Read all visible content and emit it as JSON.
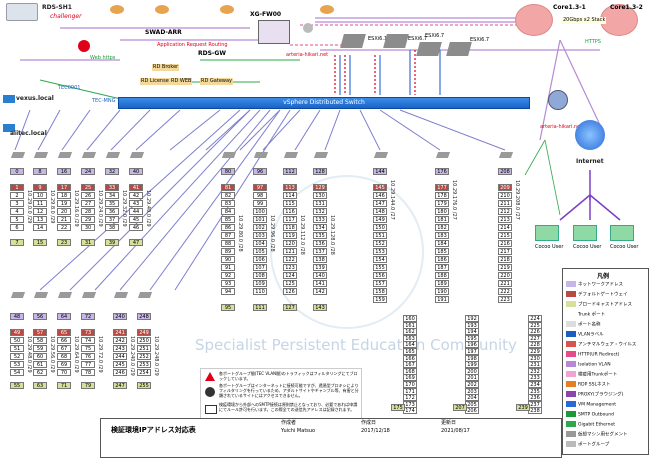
{
  "top": {
    "rds_sh1": "RDS-SH1",
    "challenger": "challenger",
    "swad_ar": "SWAD-ARR",
    "app_routing": "Application Request Routing",
    "rds_gw": "RDS-GW",
    "web_https": "Web https",
    "rd_broker": "RD Broker",
    "rd_license": "RD License",
    "rd_web": "RD WEB",
    "rd_gateway": "RD Gateway",
    "xg_fw": "XG-FW00",
    "arteria1": "arteria-hikari.net",
    "arteria2": "arteria-hikari.net",
    "esxi1": "ESXi6.1",
    "esxi2": "ESXi6.7",
    "esxi3": "ESXi6.7",
    "esxi4": "ESXi6.7",
    "core1": "Core1.3-1",
    "core2": "Core1.3-2",
    "stack": "20Gbps x2 Stack",
    "https": "HTTPS",
    "vexus": "vexus.local",
    "vexus_note": "TEC0001",
    "aiitec": "aiitec.local",
    "vsphere": "vSphere Distributed Switch",
    "tec_mng": "TEC-MNG",
    "internet": "Internet",
    "cocoo1": "Cocoo User",
    "cocoo2": "Cocoo User",
    "cocoo3": "Cocoo User",
    "watermark": "Specialist Persistent Education Community"
  },
  "upper_blocks": [
    {
      "net": "0",
      "gw": "1",
      "rows": [
        "2",
        "3",
        "4",
        "5",
        "6"
      ],
      "bc": "7",
      "label": "10.29.0.0 /29"
    },
    {
      "net": "8",
      "gw": "9",
      "rows": [
        "10",
        "11",
        "12",
        "13",
        "14"
      ],
      "bc": "15",
      "label": "10.29.8.0 /29"
    },
    {
      "net": "16",
      "gw": "17",
      "rows": [
        "18",
        "19",
        "20",
        "21",
        "22"
      ],
      "bc": "23",
      "label": "10.29.16.0 /29"
    },
    {
      "net": "24",
      "gw": "25",
      "rows": [
        "26",
        "27",
        "28",
        "29",
        "30"
      ],
      "bc": "31",
      "label": "10.29.24.0 /29"
    },
    {
      "net": "32",
      "gw": "33",
      "rows": [
        "34",
        "35",
        "36",
        "37",
        "38"
      ],
      "bc": "39",
      "label": "10.29.32.0 /29"
    },
    {
      "net": "40",
      "gw": "41",
      "rows": [
        "42",
        "43",
        "44",
        "45",
        "46"
      ],
      "bc": "47",
      "label": "10.29.40.0 /29"
    }
  ],
  "lower_blocks": [
    {
      "net": "48",
      "gw": "49",
      "rows": [
        "50",
        "51",
        "52",
        "53",
        "54"
      ],
      "bc": "55",
      "label": "10.29.48.0 /29"
    },
    {
      "net": "56",
      "gw": "57",
      "rows": [
        "58",
        "59",
        "60",
        "61",
        "62"
      ],
      "bc": "63",
      "label": "10.29.56.0 /29"
    },
    {
      "net": "64",
      "gw": "65",
      "rows": [
        "66",
        "67",
        "68",
        "69",
        "70"
      ],
      "bc": "71",
      "label": "10.29.64.0 /29"
    },
    {
      "net": "72",
      "gw": "73",
      "rows": [
        "74",
        "75",
        "76",
        "77",
        "78"
      ],
      "bc": "79",
      "label": "10.29.72.0 /29"
    },
    {
      "net": "240",
      "gw": "241",
      "rows": [
        "242",
        "243",
        "244",
        "245",
        "246"
      ],
      "bc": "247",
      "label": "10.29.240.0 /29"
    },
    {
      "net": "248",
      "gw": "249",
      "rows": [
        "250",
        "251",
        "252",
        "253",
        "254"
      ],
      "bc": "255",
      "label": "10.29.248.0 /29"
    }
  ],
  "mid_blocks": [
    {
      "net": "80",
      "gw": "81",
      "rows": [
        "82",
        "83",
        "84",
        "85",
        "86",
        "87",
        "88",
        "89",
        "90",
        "91",
        "92",
        "93",
        "94"
      ],
      "bc": "95",
      "label": "10.29.80.0 /28"
    },
    {
      "net": "96",
      "gw": "97",
      "rows": [
        "98",
        "99",
        "100",
        "101",
        "102",
        "103",
        "104",
        "105",
        "106",
        "107",
        "108",
        "109",
        "110"
      ],
      "bc": "111",
      "label": "10.29.96.0 /28"
    },
    {
      "net": "112",
      "gw": "113",
      "rows": [
        "114",
        "115",
        "116",
        "117",
        "118",
        "119",
        "120",
        "121",
        "122",
        "123",
        "124",
        "125",
        "126"
      ],
      "bc": "127",
      "label": "10.29.112.0 /28"
    },
    {
      "net": "128",
      "gw": "129",
      "rows": [
        "130",
        "131",
        "132",
        "133",
        "134",
        "135",
        "136",
        "137",
        "138",
        "139",
        "140",
        "141",
        "142"
      ],
      "bc": "143",
      "label": "10.29.128.0 /28"
    }
  ],
  "big_blocks": [
    {
      "net": "144",
      "gw": "145",
      "top_rows": [
        "146",
        "147",
        "148",
        "149",
        "150",
        "151",
        "152",
        "153",
        "154",
        "155",
        "156",
        "157",
        "158",
        "159"
      ],
      "bottom_rows": [
        "160",
        "161",
        "162",
        "163",
        "164",
        "165",
        "166",
        "167",
        "168",
        "169",
        "170",
        "171",
        "172",
        "173",
        "174"
      ],
      "bc": "175",
      "label": "10.29.144.0 /27"
    },
    {
      "net": "176",
      "gw": "177",
      "top_rows": [
        "178",
        "179",
        "180",
        "181",
        "182",
        "183",
        "184",
        "185",
        "186",
        "187",
        "188",
        "189",
        "190",
        "191"
      ],
      "bottom_rows": [
        "192",
        "193",
        "194",
        "195",
        "196",
        "197",
        "198",
        "199",
        "200",
        "201",
        "202",
        "203",
        "204",
        "205",
        "206"
      ],
      "bc": "207",
      "label": "10.29.176.0 /27"
    },
    {
      "net": "208",
      "gw": "209",
      "top_rows": [
        "210",
        "211",
        "212",
        "213",
        "214",
        "215",
        "216",
        "217",
        "218",
        "219",
        "220",
        "221",
        "222",
        "223"
      ],
      "bottom_rows": [
        "224",
        "225",
        "226",
        "227",
        "228",
        "229",
        "230",
        "231",
        "232",
        "233",
        "234",
        "235",
        "236",
        "237",
        "238"
      ],
      "bc": "239",
      "label": "10.29.208.0 /27"
    }
  ],
  "legend": {
    "title": "凡例",
    "items": [
      "ネットワークアドレス",
      "デフォルトゲートウェイ",
      "ブロードキャストアドレス",
      "Trunk ポート",
      "ポート名称",
      "VLANラベル",
      "アンチマルウェア・ウイルス",
      "HTTP(UR Redirect)",
      "Isolation VLAN",
      "検疫用Trunkポート",
      "RDP SSLネスト",
      "PROXY(ブラウジング)",
      "VM Management",
      "SMTP Outbound",
      "Gigabit Ethernet",
      "仮想マシン用セグメント",
      "ポートグループ"
    ],
    "colors": {
      "net": "#c7b7e8",
      "gw": "#b84a43",
      "bc": "#d6e09a"
    }
  },
  "notes": [
    "各ポートグループ間(TEC VLAN間)のトラフィックはフィルタリングにてブロックしています。",
    "各ポートグループはインターネットに接続可能ですが、透過型プロキシによりフィルタリングを行っているため、アダルトサイトやギャンブル等、有害と分類されているサイトにはアクセスできません。",
    "検疫環境から外部へのSMTP接続は原則禁止となっており、必要であれば申請にてルール許可を行います。この際全ての送信先アドレスは記録されます。"
  ],
  "title_block": {
    "title": "検証環境IPアドレス対応表",
    "author_label": "作成者",
    "author": "Yuichi Matsuo",
    "created_label": "作成日",
    "created": "2017/12/18",
    "updated_label": "更新日",
    "updated": "2021/08/17"
  }
}
